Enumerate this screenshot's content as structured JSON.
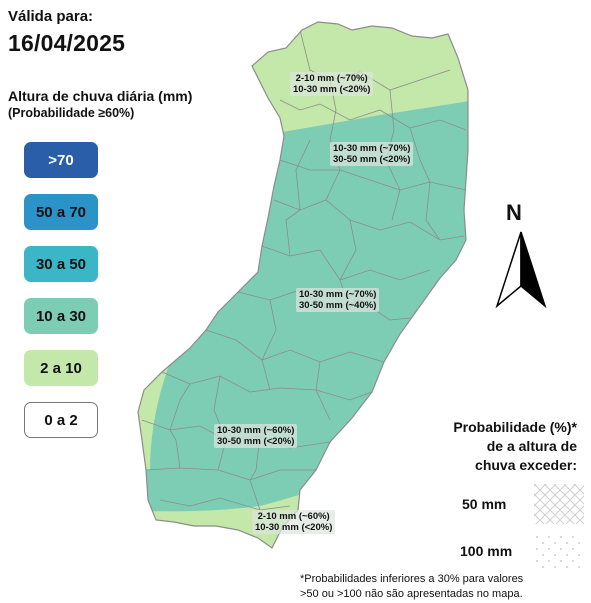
{
  "header": {
    "valid_label": "Válida para:",
    "valid_date": "16/04/2025"
  },
  "legend": {
    "title": "Altura de chuva diária (mm)",
    "subtitle": "(Probabilidade ≥60%)",
    "items": [
      {
        "label": ">70",
        "color": "#2a5ea8",
        "text_color": "#ffffff"
      },
      {
        "label": "50 a 70",
        "color": "#2b93c8",
        "text_color": "#111111"
      },
      {
        "label": "30 a 50",
        "color": "#3ab6c6",
        "text_color": "#111111"
      },
      {
        "label": "10 a 30",
        "color": "#7dcdb5",
        "text_color": "#111111"
      },
      {
        "label": "2 a 10",
        "color": "#c3e8a9",
        "text_color": "#111111"
      },
      {
        "label": "0 a 2",
        "color": "#ffffff",
        "text_color": "#111111"
      }
    ]
  },
  "map": {
    "north_label": "N",
    "region_colors": {
      "light": "#c3e8a9",
      "main": "#7dcdb5",
      "border": "#8c8c8c"
    },
    "labels": [
      {
        "line1": "2-10 mm (~70%)",
        "line2": "10-30 mm (<20%)"
      },
      {
        "line1": "10-30 mm (~70%)",
        "line2": "30-50 mm (<20%)"
      },
      {
        "line1": "10-30 mm (~70%)",
        "line2": "30-50 mm (~40%)"
      },
      {
        "line1": "10-30 mm (~60%)",
        "line2": "30-50 mm (<20%)"
      },
      {
        "line1": "2-10 mm (~60%)",
        "line2": "10-30 mm (<20%)"
      }
    ]
  },
  "probability_legend": {
    "title_line1": "Probabilidade (%)*",
    "title_line2": "de a altura de",
    "title_line3": "chuva exceder:",
    "items": [
      {
        "label": "50 mm",
        "pattern": "crosshatch"
      },
      {
        "label": "100 mm",
        "pattern": "dots"
      }
    ]
  },
  "footnote": {
    "line1": "*Probabilidades inferiores a 30% para valores",
    "line2": ">50 ou >100 não são apresentadas no mapa."
  }
}
